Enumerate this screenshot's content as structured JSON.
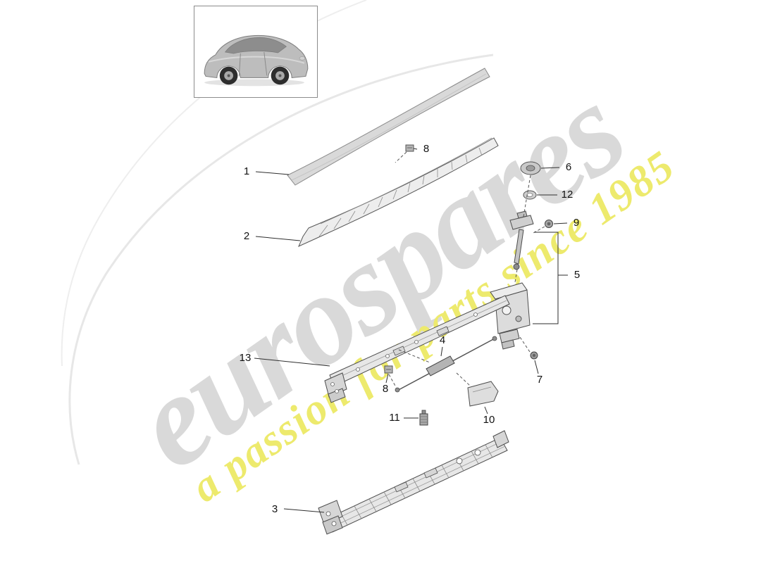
{
  "brand": {
    "watermark_text": "eurospares",
    "tagline_text": "a passion for parts since 1985"
  },
  "colors": {
    "background": "#ffffff",
    "watermark_gray": "#d9d9d9",
    "tagline_yellow": "#edea6d",
    "diagram_line": "#4d4d4d",
    "callout_text": "#111111"
  },
  "callouts": [
    {
      "label": "1"
    },
    {
      "label": "8"
    },
    {
      "label": "6"
    },
    {
      "label": "12"
    },
    {
      "label": "9"
    },
    {
      "label": "2"
    },
    {
      "label": "5"
    },
    {
      "label": "13"
    },
    {
      "label": "4"
    },
    {
      "label": "8"
    },
    {
      "label": "7"
    },
    {
      "label": "10"
    },
    {
      "label": "11"
    },
    {
      "label": "3"
    }
  ]
}
